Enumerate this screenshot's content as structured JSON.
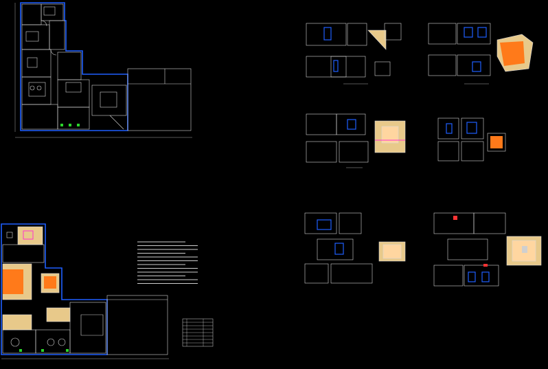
{
  "drawing": {
    "background": "#000000",
    "colors": {
      "line": "#d8d8d8",
      "wall": "#1f5fff",
      "fill_tan": "#e8c98a",
      "fill_orange": "#ff7a1a",
      "accent_green": "#2bd42b",
      "accent_magenta": "#ff33cc",
      "accent_red": "#ff3333"
    },
    "icons": [
      "door-swing-icon",
      "furniture-block-icon",
      "toilet-fixture-icon",
      "table-chairs-icon"
    ],
    "sheets": [
      {
        "name": "floor-plan-upper"
      },
      {
        "name": "floor-plan-lower"
      },
      {
        "name": "elevation-group-1"
      },
      {
        "name": "elevation-group-2"
      },
      {
        "name": "elevation-group-3"
      },
      {
        "name": "elevation-group-4"
      },
      {
        "name": "elevation-group-5"
      },
      {
        "name": "elevation-group-6"
      }
    ],
    "notes_rows": 12,
    "legend_rows": 8
  }
}
